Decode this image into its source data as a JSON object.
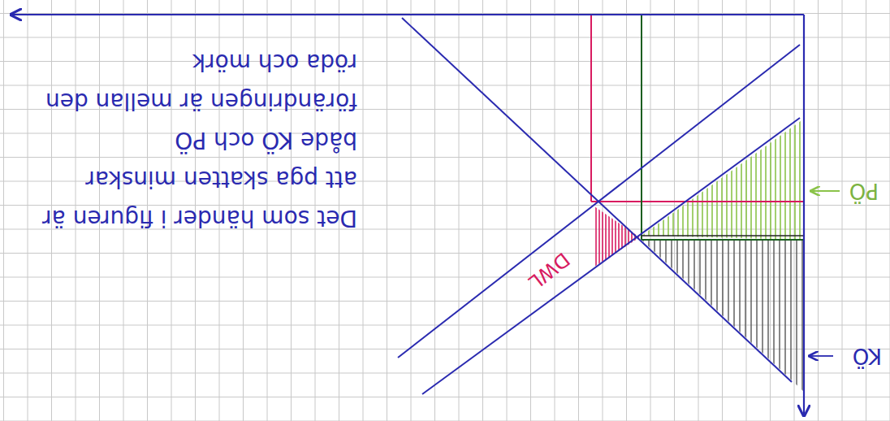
{
  "diagram": {
    "labels": [
      "Det som händer i figuren är att pga skatten minskar både KÖ och PÖ förändringen är mellan den röda och mörk",
      "KÖ",
      "PÖ",
      "DWL"
    ]
  }
}
